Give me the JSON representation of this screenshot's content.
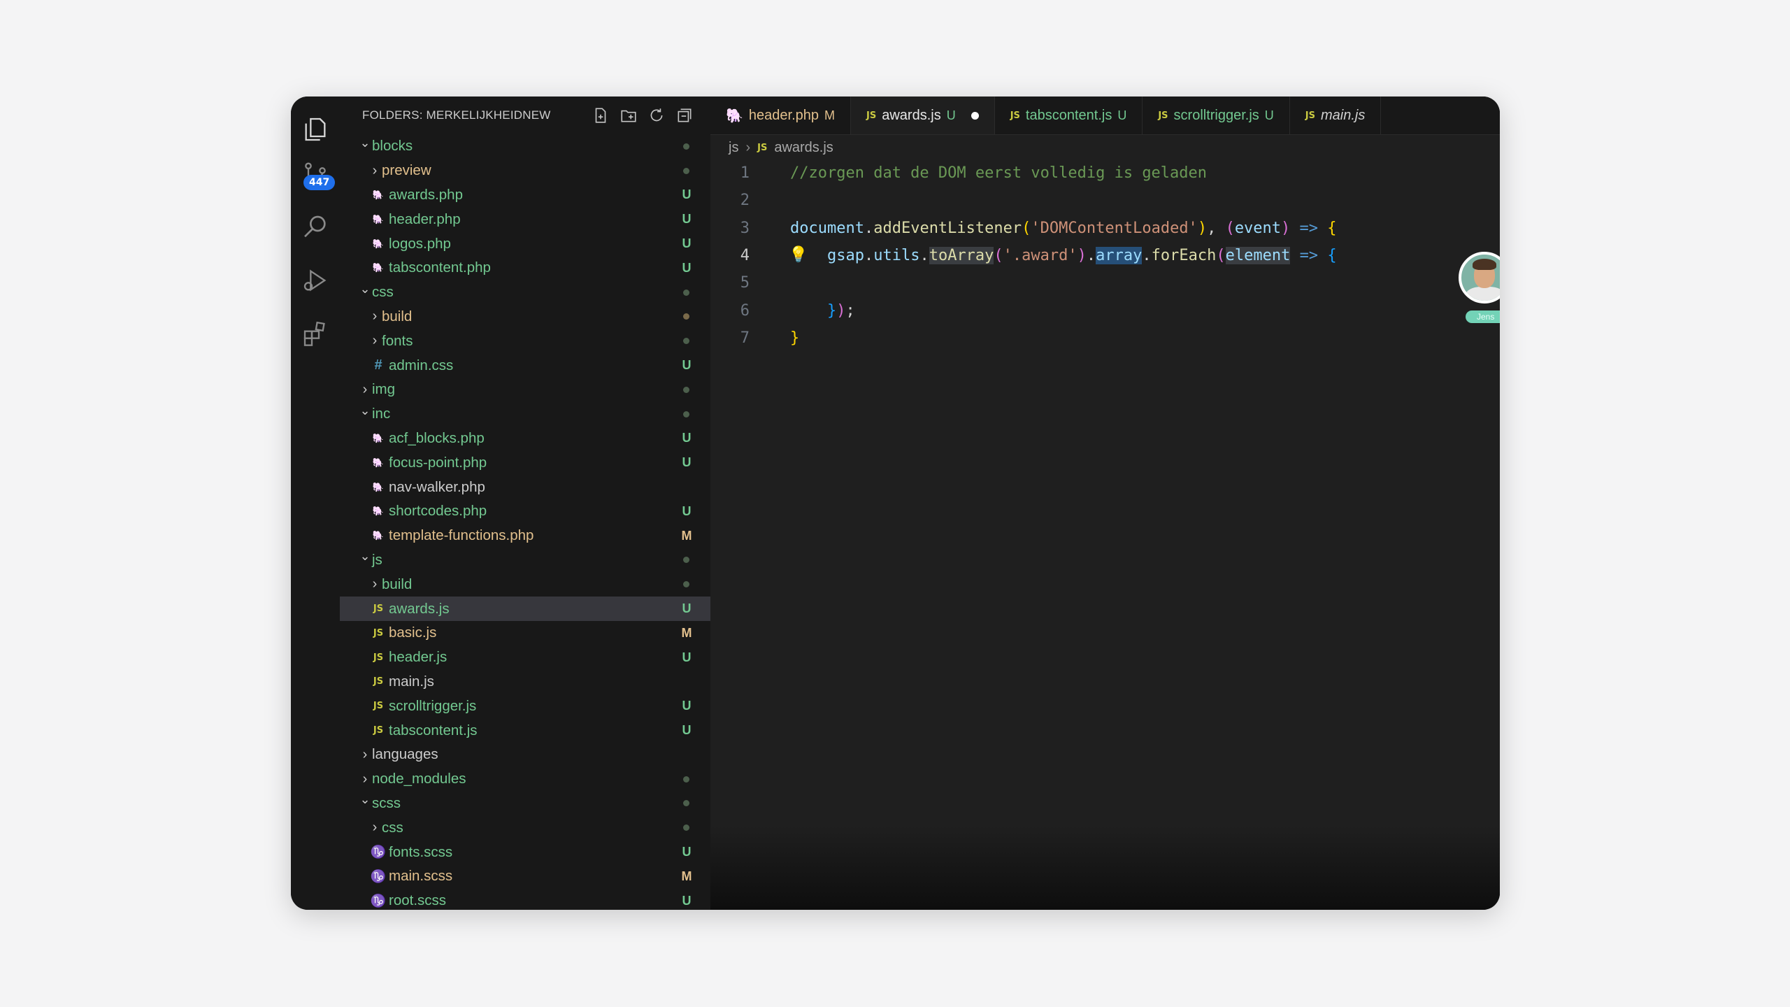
{
  "sidebar": {
    "header_title": "FOLDERS: MERKELIJKHEIDNEW",
    "source_control_badge": "447",
    "tree": [
      {
        "label": "blocks",
        "type": "folder",
        "open": true,
        "indent": 0,
        "status": "dot"
      },
      {
        "label": "preview",
        "type": "folder",
        "open": false,
        "indent": 1,
        "status": "dot"
      },
      {
        "label": "awards.php",
        "type": "php",
        "indent": 1,
        "status": "U"
      },
      {
        "label": "header.php",
        "type": "php",
        "indent": 1,
        "status": "U"
      },
      {
        "label": "logos.php",
        "type": "php",
        "indent": 1,
        "status": "U"
      },
      {
        "label": "tabscontent.php",
        "type": "php",
        "indent": 1,
        "status": "U"
      },
      {
        "label": "css",
        "type": "folder",
        "open": true,
        "indent": 0,
        "status": "dot"
      },
      {
        "label": "build",
        "type": "folder",
        "open": false,
        "indent": 1,
        "status": "dot-amber"
      },
      {
        "label": "fonts",
        "type": "folder",
        "open": false,
        "indent": 1,
        "status": "dot"
      },
      {
        "label": "admin.css",
        "type": "css",
        "indent": 1,
        "status": "U"
      },
      {
        "label": "img",
        "type": "folder",
        "open": false,
        "indent": 0,
        "status": "dot"
      },
      {
        "label": "inc",
        "type": "folder",
        "open": true,
        "indent": 0,
        "status": "dot"
      },
      {
        "label": "acf_blocks.php",
        "type": "php",
        "indent": 1,
        "status": "U"
      },
      {
        "label": "focus-point.php",
        "type": "php",
        "indent": 1,
        "status": "U"
      },
      {
        "label": "nav-walker.php",
        "type": "php",
        "indent": 1,
        "status": ""
      },
      {
        "label": "shortcodes.php",
        "type": "php",
        "indent": 1,
        "status": "U"
      },
      {
        "label": "template-functions.php",
        "type": "php",
        "indent": 1,
        "status": "M"
      },
      {
        "label": "js",
        "type": "folder",
        "open": true,
        "indent": 0,
        "status": "dot"
      },
      {
        "label": "build",
        "type": "folder",
        "open": false,
        "indent": 1,
        "status": "dot"
      },
      {
        "label": "awards.js",
        "type": "js",
        "indent": 1,
        "status": "U",
        "selected": true
      },
      {
        "label": "basic.js",
        "type": "js",
        "indent": 1,
        "status": "M"
      },
      {
        "label": "header.js",
        "type": "js",
        "indent": 1,
        "status": "U"
      },
      {
        "label": "main.js",
        "type": "js",
        "indent": 1,
        "status": ""
      },
      {
        "label": "scrolltrigger.js",
        "type": "js",
        "indent": 1,
        "status": "U"
      },
      {
        "label": "tabscontent.js",
        "type": "js",
        "indent": 1,
        "status": "U"
      },
      {
        "label": "languages",
        "type": "folder",
        "open": false,
        "indent": 0,
        "status": ""
      },
      {
        "label": "node_modules",
        "type": "folder",
        "open": false,
        "indent": 0,
        "status": "dot"
      },
      {
        "label": "scss",
        "type": "folder",
        "open": true,
        "indent": 0,
        "status": "dot"
      },
      {
        "label": "css",
        "type": "folder",
        "open": false,
        "indent": 1,
        "status": "dot"
      },
      {
        "label": "fonts.scss",
        "type": "scss",
        "indent": 1,
        "status": "U"
      },
      {
        "label": "main.scss",
        "type": "scss",
        "indent": 1,
        "status": "M"
      },
      {
        "label": "root.scss",
        "type": "scss",
        "indent": 1,
        "status": "U"
      }
    ]
  },
  "tabs": [
    {
      "label": "header.php",
      "type": "php",
      "status": "M",
      "active": false
    },
    {
      "label": "awards.js",
      "type": "js",
      "status": "U",
      "active": true,
      "dirty": true
    },
    {
      "label": "tabscontent.js",
      "type": "js",
      "status": "U",
      "active": false
    },
    {
      "label": "scrolltrigger.js",
      "type": "js",
      "status": "U",
      "active": false
    },
    {
      "label": "main.js",
      "type": "js",
      "status": "",
      "active": false,
      "italic": true
    }
  ],
  "breadcrumb": {
    "folder": "js",
    "file": "awards.js",
    "file_icon": "JS"
  },
  "code_lines": [
    "1",
    "2",
    "3",
    "4",
    "5",
    "6",
    "7"
  ],
  "code": {
    "comment": "//zorgen dat de DOM eerst volledig is geladen",
    "l3_obj": "document",
    "l3_fn": "addEventListener",
    "l3_str": "'DOMContentLoaded'",
    "l3_param": "event",
    "arrow": "=>",
    "l4_gsap": "gsap",
    "l4_utils": "utils",
    "l4_fn": "toArray",
    "l4_str": "'.award'",
    "l4_array": "array",
    "l4_foreach": "forEach",
    "l4_param": "element"
  },
  "collaborator": {
    "name": "Jens"
  },
  "icons": {
    "explorer": "files-icon",
    "source_control": "source-control-icon",
    "search": "search-icon",
    "run": "run-debug-icon",
    "extensions": "extensions-icon",
    "new_file": "new-file-icon",
    "new_folder": "new-folder-icon",
    "refresh": "refresh-icon",
    "collapse": "collapse-all-icon"
  },
  "colors": {
    "status_untracked": "#73c991",
    "status_modified": "#e2c08d",
    "accent": "#1f6feb"
  }
}
